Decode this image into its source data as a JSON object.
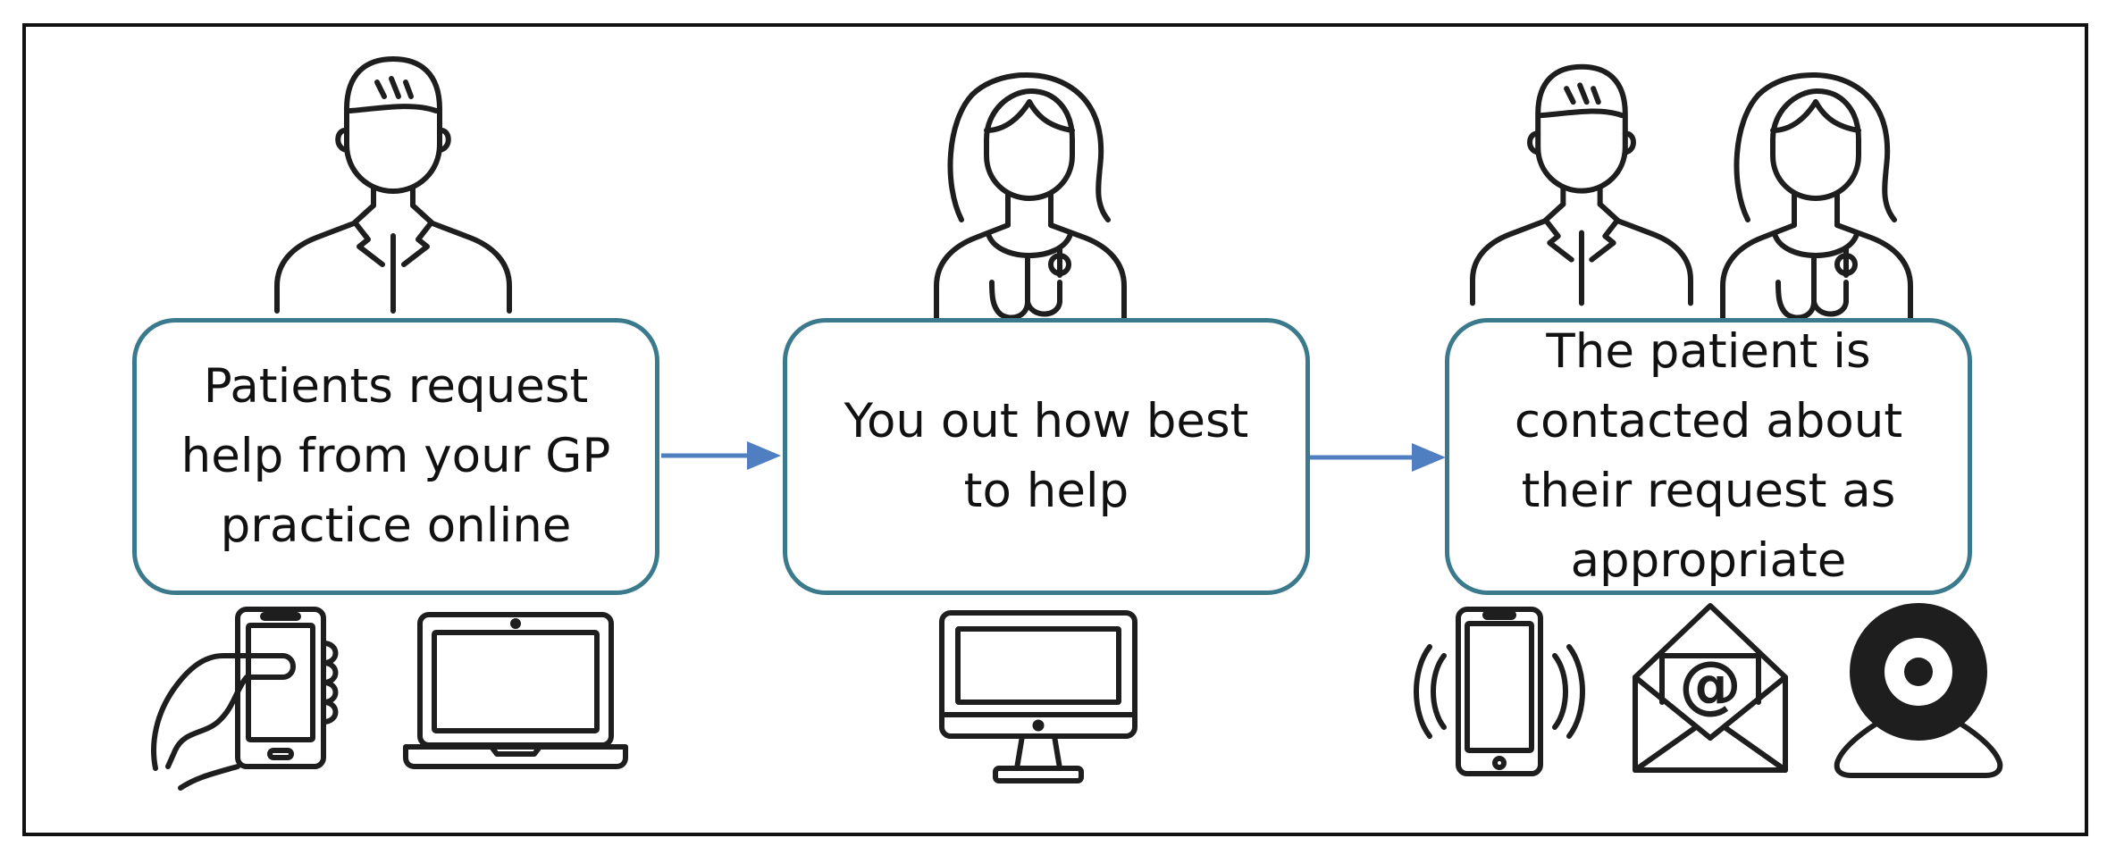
{
  "steps": [
    {
      "text": "Patients request help from your GP practice online"
    },
    {
      "text": "You out how best to help"
    },
    {
      "text": "The patient is contacted about their request as appropriate"
    }
  ],
  "icons": {
    "step1_person": "male-patient-icon",
    "step1_devices": [
      "hand-holding-smartphone-icon",
      "laptop-icon"
    ],
    "step2_person": "female-doctor-icon",
    "step2_devices": [
      "desktop-monitor-icon"
    ],
    "step3_people": [
      "male-patient-icon",
      "female-doctor-icon"
    ],
    "step3_devices": [
      "ringing-phone-icon",
      "email-envelope-icon",
      "webcam-icon"
    ]
  },
  "colors": {
    "box_border": "#3a7a8c",
    "arrow": "#4f7fc1",
    "icon_stroke": "#1e1e1e"
  }
}
